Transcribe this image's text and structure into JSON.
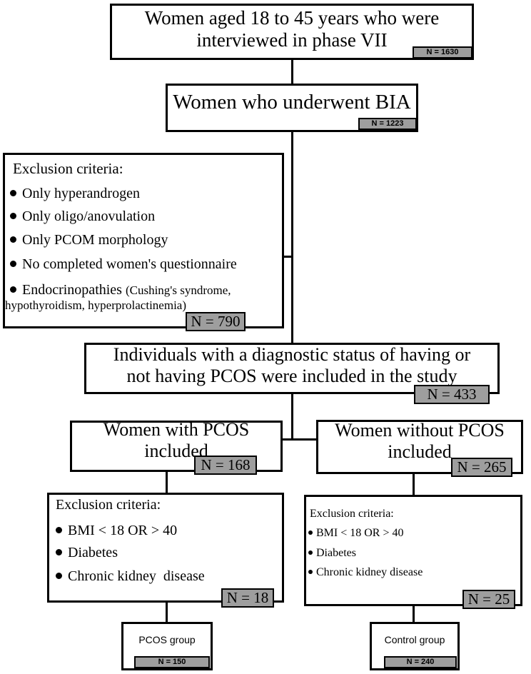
{
  "box1": {
    "line1": "Women aged 18 to 45 years who were",
    "line2": "interviewed in phase VII",
    "n": "N = 1630"
  },
  "box2": {
    "title": "Women who underwent BIA",
    "n": "N = 1223"
  },
  "exclusion1": {
    "heading": "Exclusion criteria:",
    "items": [
      "Only hyperandrogen",
      "Only oligo/anovulation",
      "Only PCOM morphology",
      "No completed women's questionnaire",
      "Endocrinopathies"
    ],
    "item5_detail": "(Cushing's syndrome,",
    "item5_line2": "hypothyroidism, hyperprolactinemia)",
    "n": "N = 790"
  },
  "box3": {
    "line1": "Individuals with a diagnostic status of having or",
    "line2": "not having PCOS were included in the study",
    "n": "N = 433"
  },
  "pcos_box": {
    "line1": "Women with PCOS",
    "line2": "included",
    "n": "N = 168"
  },
  "nonpcos_box": {
    "line1": "Women without PCOS",
    "line2": "included",
    "n": "N = 265"
  },
  "exclusion_left": {
    "heading": "Exclusion criteria:",
    "items": [
      "BMI < 18 OR > 40",
      "Diabetes",
      "Chronic kidney  disease"
    ],
    "n": "N = 18"
  },
  "exclusion_right": {
    "heading": "Exclusion criteria:",
    "items": [
      "BMI < 18 OR > 40",
      "Diabetes",
      "Chronic kidney disease"
    ],
    "n": "N = 25"
  },
  "pcos_group": {
    "label": "PCOS group",
    "n": "N = 150"
  },
  "control_group": {
    "label": "Control group",
    "n": "N = 240"
  }
}
